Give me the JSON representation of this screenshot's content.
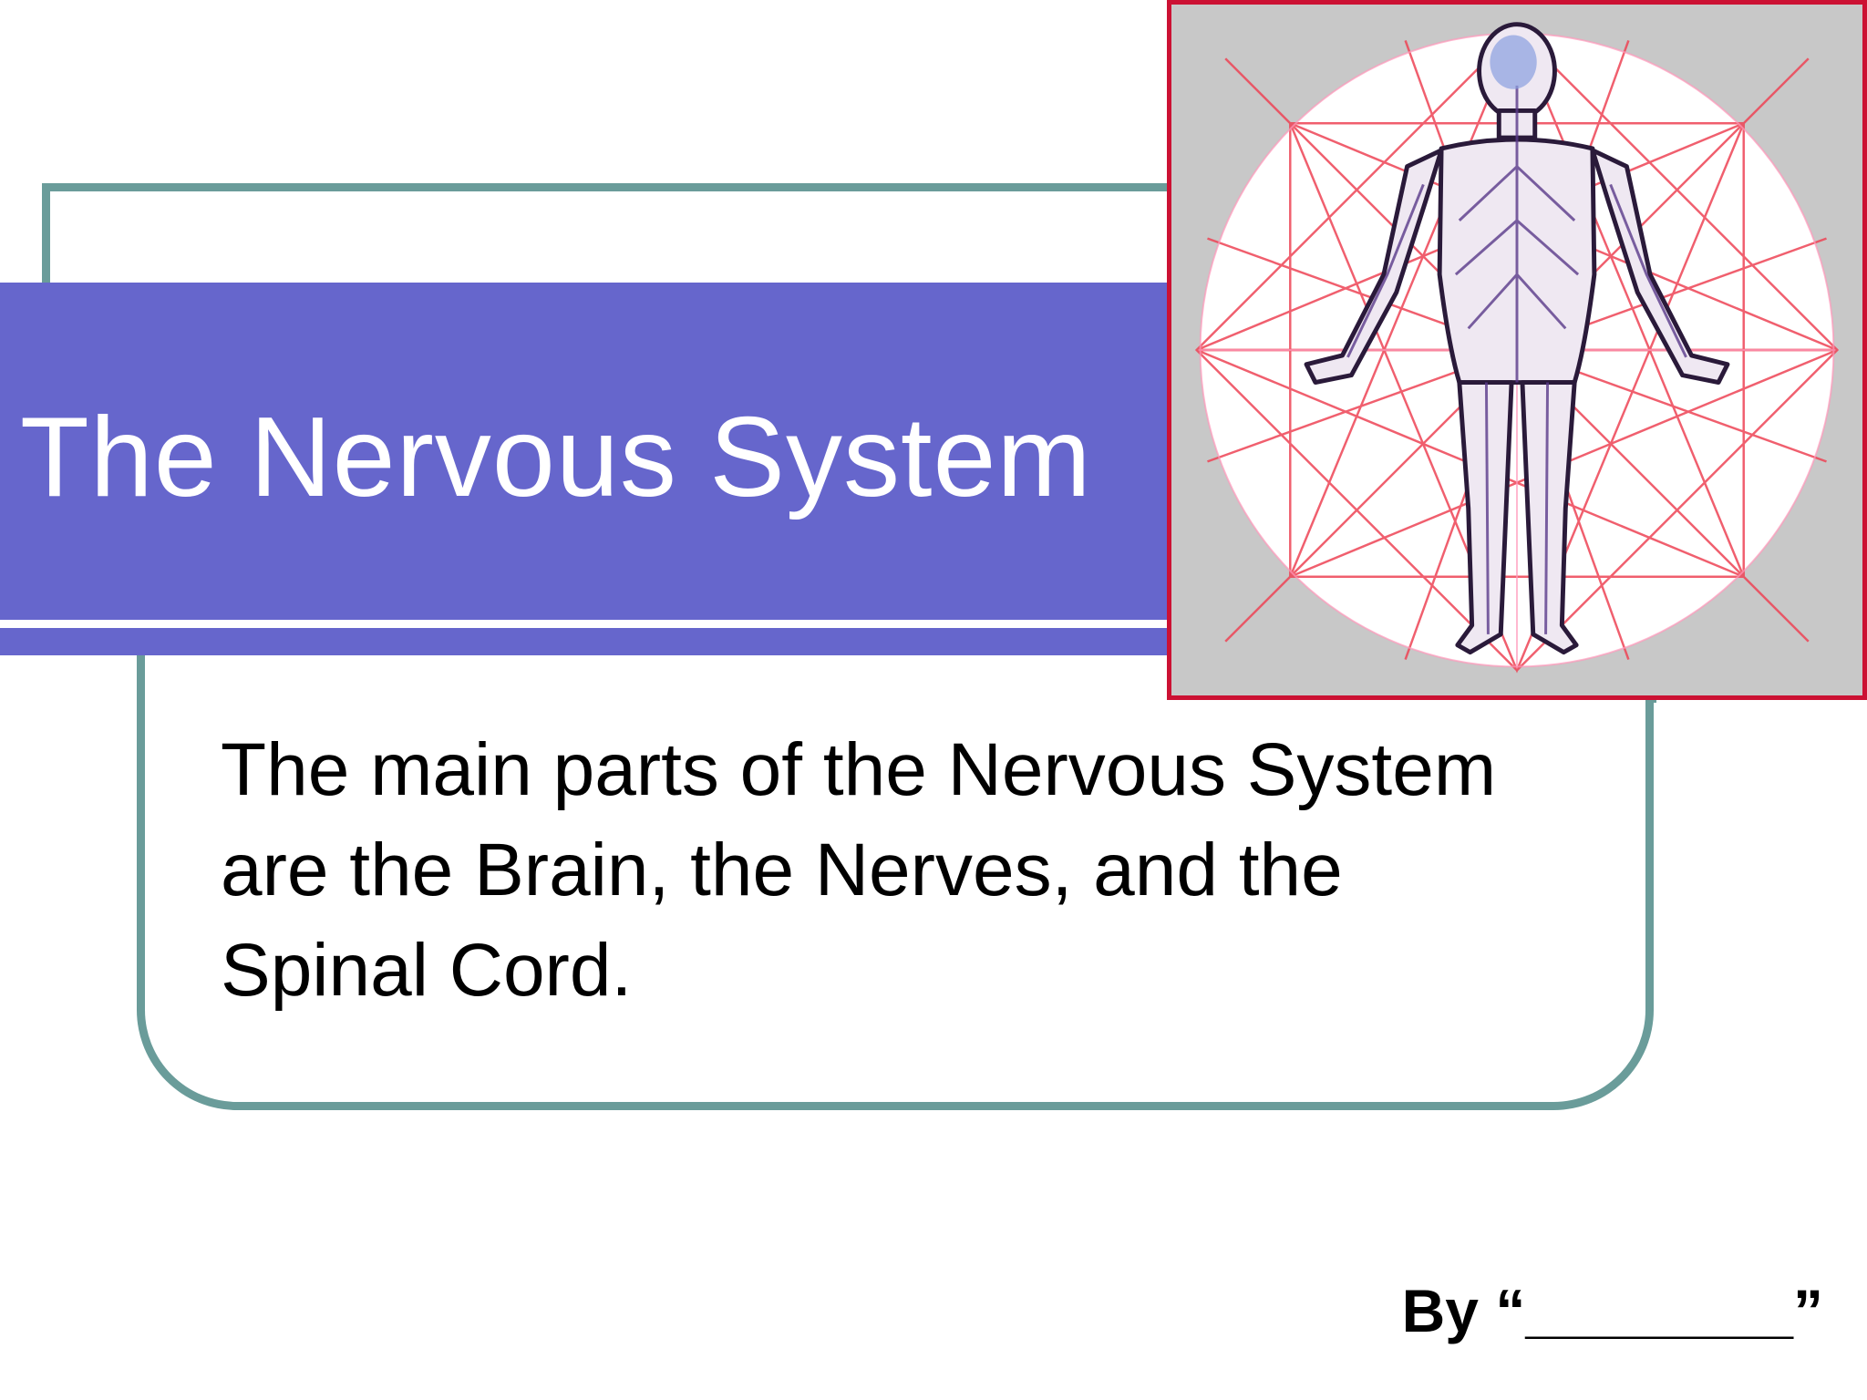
{
  "slide": {
    "title": "The Nervous System",
    "body": "The main parts of the Nervous System are the Brain, the Nerves, and the Spinal Cord.",
    "byline": "By “________”"
  },
  "figure": {
    "icon": "human-nervous-system-figure-icon"
  },
  "colors": {
    "title_band": "#6666cc",
    "frame": "#6a9c9a",
    "figure_border": "#cc1133",
    "figure_background": "#c8c8c8"
  }
}
